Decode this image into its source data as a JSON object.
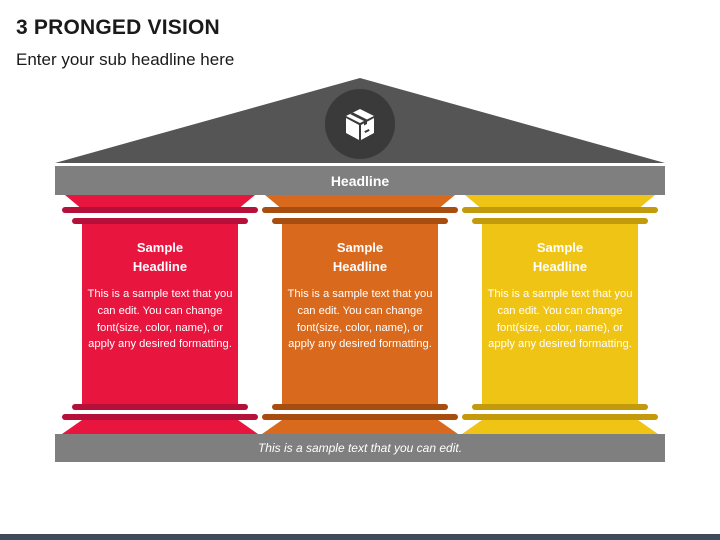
{
  "slide": {
    "title": "3 PRONGED VISION",
    "subtitle": "Enter your sub headline here"
  },
  "temple": {
    "headline": "Headline",
    "roof_icon": "box-icon",
    "footer_text": "This is a sample text that you can edit.",
    "roof_color": "#555555",
    "bar_color": "#7f7f7f"
  },
  "pillars": [
    {
      "headline": "Sample\nHeadline",
      "body": "This is a sample text that you can edit. You can change font(size, color, name), or apply any desired formatting.",
      "color": "#e8153f",
      "accent": "#b5103a"
    },
    {
      "headline": "Sample\nHeadline",
      "body": "This is a sample text that you can edit. You can change font(size, color, name), or apply any desired formatting.",
      "color": "#d9691c",
      "accent": "#a84d10"
    },
    {
      "headline": "Sample\nHeadline",
      "body": "This is a sample text that you can edit. You can change font(size, color, name), or apply any desired formatting.",
      "color": "#f0c414",
      "accent": "#c39a0c"
    }
  ]
}
